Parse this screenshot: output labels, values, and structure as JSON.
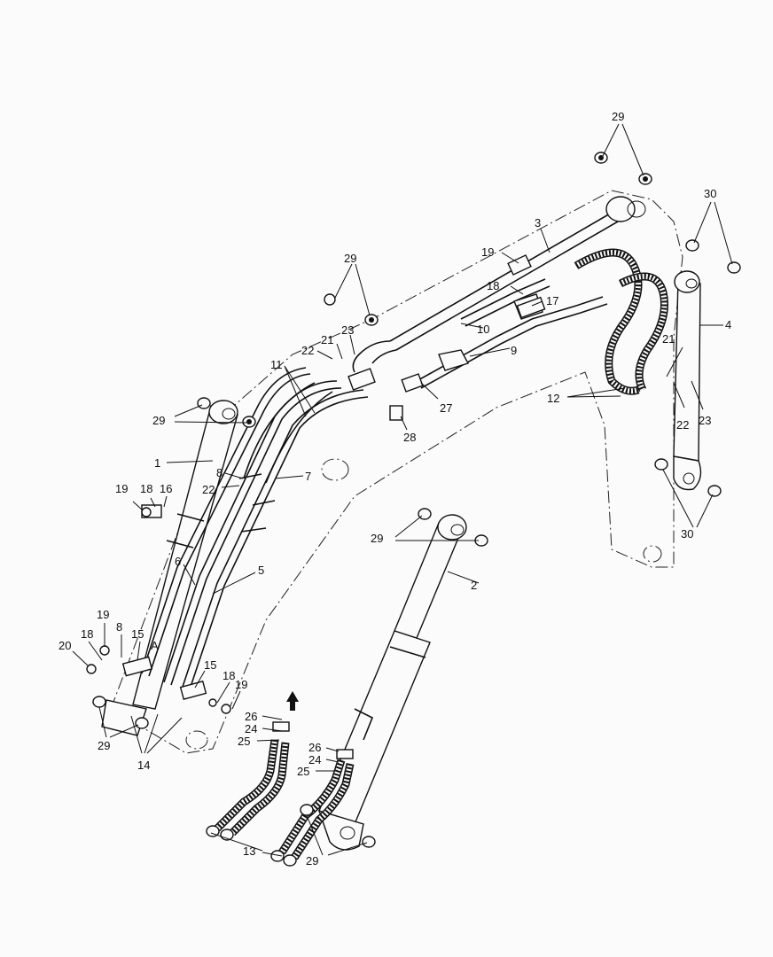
{
  "callouts": {
    "c1": "1",
    "c2": "2",
    "c3": "3",
    "c4": "4",
    "c5": "5",
    "c6": "6",
    "c7": "7",
    "c8a": "8",
    "c8b": "8",
    "c9": "9",
    "c10": "10",
    "c11": "11",
    "c12": "12",
    "c13": "13",
    "c14": "14",
    "c15a": "15",
    "c15b": "15",
    "c16": "16",
    "c17": "17",
    "c18a": "18",
    "c18b": "18",
    "c18c": "18",
    "c18d": "18",
    "c19a": "19",
    "c19b": "19",
    "c19c": "19",
    "c19d": "19",
    "c20": "20",
    "c21a": "21",
    "c21b": "21",
    "c22a": "22",
    "c22b": "22",
    "c22c": "22",
    "c23a": "23",
    "c23b": "23",
    "c24a": "24",
    "c24b": "24",
    "c25a": "25",
    "c25b": "25",
    "c26a": "26",
    "c26b": "26",
    "c27": "27",
    "c28": "28",
    "c29a": "29",
    "c29b": "29",
    "c29c": "29",
    "c29d": "29",
    "c29e": "29",
    "c29f": "29",
    "c30a": "30",
    "c30b": "30",
    "detail_a": "A"
  },
  "colors": {
    "ink": "#111111",
    "paper": "#fbfbfb"
  }
}
